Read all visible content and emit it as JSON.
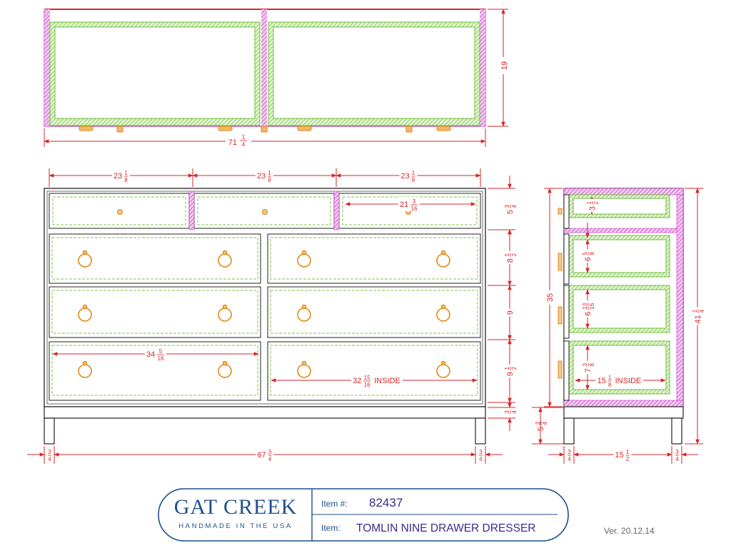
{
  "colors": {
    "dimension": "#d7262a",
    "drawer_box": "#7ec847",
    "panel_hatch": "#c43cc0",
    "hardware": "#e08a1a",
    "outline": "#222222",
    "brand": "#1f4f8f"
  },
  "top_view": {
    "depth": "19",
    "width": "71",
    "width_frac": [
      "1",
      "4"
    ]
  },
  "front_view": {
    "top_drawer_widths": [
      {
        "whole": "23",
        "num": "1",
        "den": "8"
      },
      {
        "whole": "23",
        "num": "1",
        "den": "8"
      },
      {
        "whole": "23",
        "num": "1",
        "den": "8"
      }
    ],
    "top_drawer_inside": {
      "whole": "21",
      "num": "3",
      "den": "16"
    },
    "large_drawer_width": {
      "whole": "34",
      "num": "5",
      "den": "16"
    },
    "large_drawer_inside": {
      "whole": "32",
      "num": "15",
      "den": "16",
      "suffix": "INSIDE"
    },
    "right_heights": [
      {
        "whole": "5",
        "num": "3",
        "den": "4"
      },
      {
        "whole": "8",
        "num": "1",
        "den": "2"
      },
      {
        "whole": "9",
        "num": "",
        "den": ""
      },
      {
        "whole": "9",
        "num": "1",
        "den": "2"
      },
      {
        "whole": "",
        "num": "3",
        "den": "4"
      }
    ],
    "base_height": {
      "whole": "5",
      "num": "3",
      "den": "4"
    },
    "leg_offset_left": {
      "num": "3",
      "den": "4"
    },
    "leg_offset_right": {
      "num": "3",
      "den": "4"
    },
    "inner_width": {
      "whole": "67",
      "num": "3",
      "den": "4"
    }
  },
  "side_view": {
    "carcass_height": "35",
    "overall_height": {
      "whole": "41",
      "num": "1",
      "den": "4"
    },
    "drawer_heights": [
      {
        "whole": "3",
        "num": "1",
        "den": "2"
      },
      {
        "whole": "6",
        "num": "5",
        "den": "8"
      },
      {
        "whole": "6",
        "num": "13",
        "den": "16"
      },
      {
        "whole": "7",
        "num": "3",
        "den": "8"
      }
    ],
    "depth_inside": {
      "whole": "15",
      "num": "1",
      "den": "8",
      "suffix": "INSIDE"
    },
    "leg_offset_left": {
      "num": "3",
      "den": "4"
    },
    "leg_offset_right": {
      "num": "3",
      "den": "4"
    },
    "bottom_depth": {
      "whole": "15",
      "num": "1",
      "den": "2"
    }
  },
  "title_block": {
    "brand": "GAT CREEK",
    "tagline": "HANDMADE IN THE USA",
    "item_number_label": "Item #:",
    "item_number": "82437",
    "item_label": "Item:",
    "item_name": "TOMLIN NINE DRAWER DRESSER"
  },
  "version": "Ver. 20.12.14"
}
